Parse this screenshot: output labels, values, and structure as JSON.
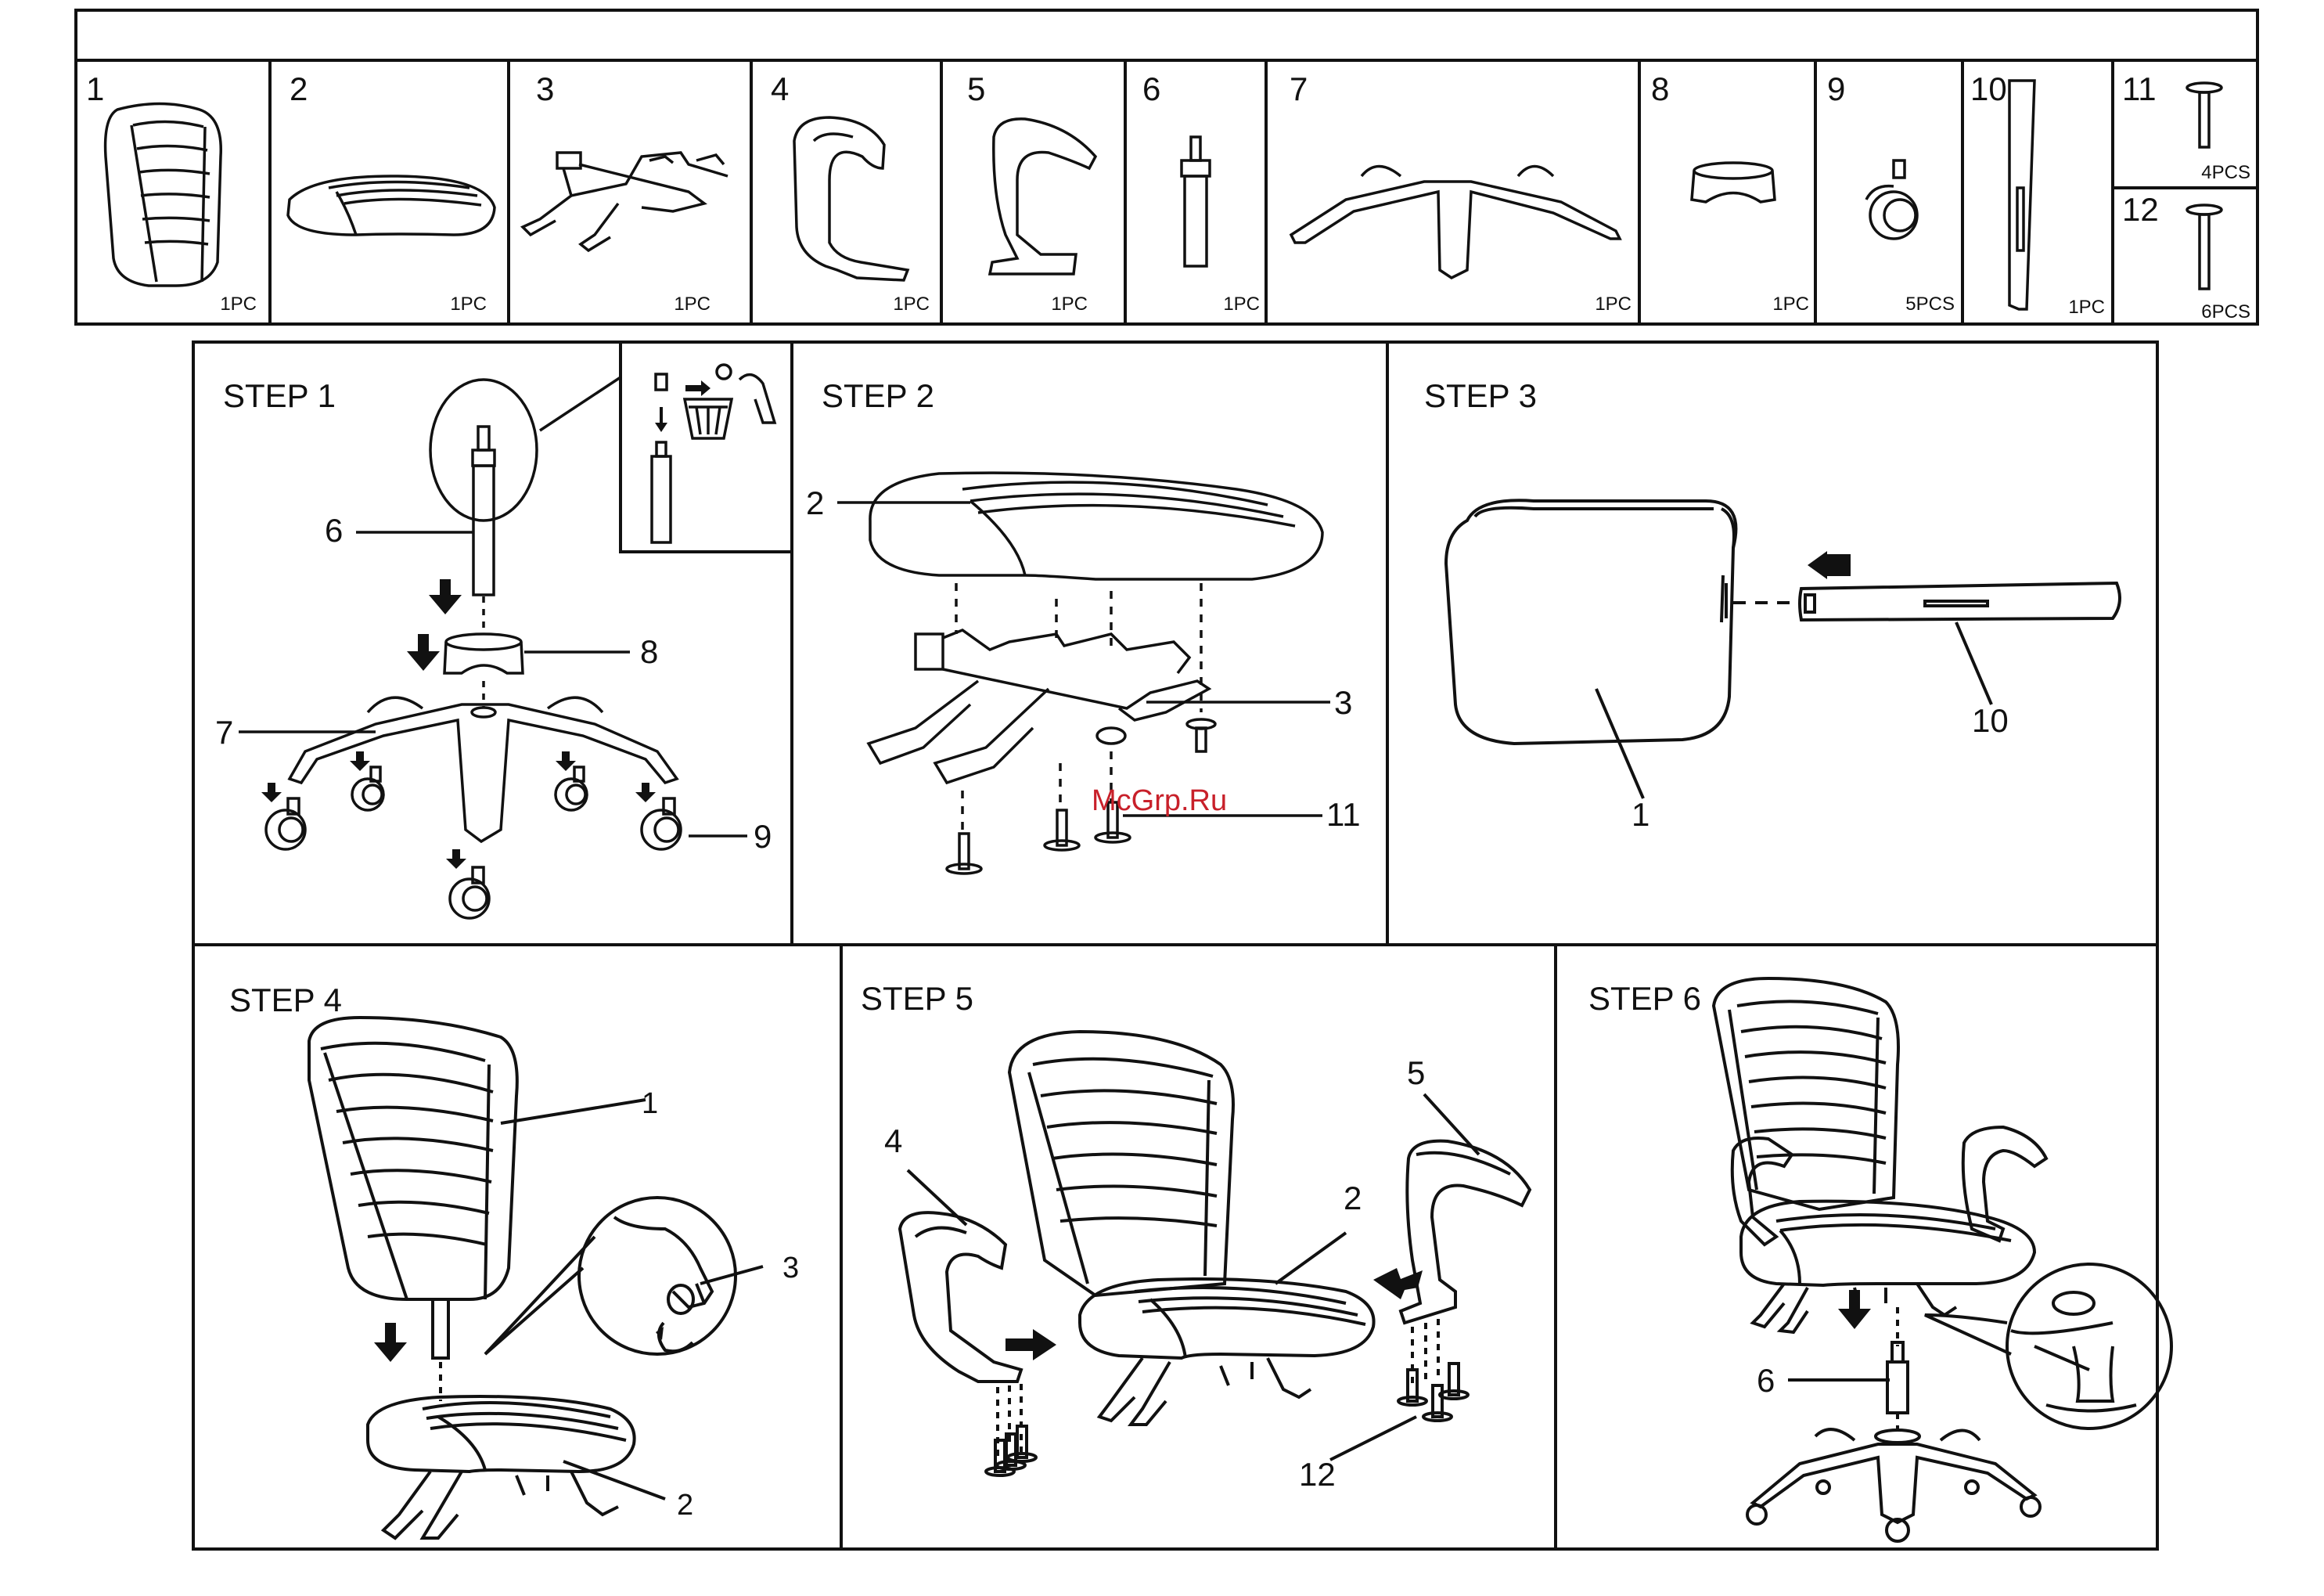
{
  "parts": [
    {
      "num": "1",
      "qty": "1PC",
      "icon": "backrest-icon"
    },
    {
      "num": "2",
      "qty": "1PC",
      "icon": "seat-cushion-icon"
    },
    {
      "num": "3",
      "qty": "1PC",
      "icon": "seat-mechanism-icon"
    },
    {
      "num": "4",
      "qty": "1PC",
      "icon": "left-armrest-icon"
    },
    {
      "num": "5",
      "qty": "1PC",
      "icon": "right-armrest-icon"
    },
    {
      "num": "6",
      "qty": "1PC",
      "icon": "gas-cylinder-icon"
    },
    {
      "num": "7",
      "qty": "1PC",
      "icon": "five-star-base-icon"
    },
    {
      "num": "8",
      "qty": "1PC",
      "icon": "cylinder-cover-icon"
    },
    {
      "num": "9",
      "qty": "5PCS",
      "icon": "caster-wheel-icon"
    },
    {
      "num": "10",
      "qty": "1PC",
      "icon": "back-connector-bar-icon"
    },
    {
      "num": "11",
      "qty": "4PCS",
      "icon": "short-bolt-icon"
    },
    {
      "num": "12",
      "qty": "6PCS",
      "icon": "long-bolt-icon"
    }
  ],
  "steps": {
    "step1": {
      "title": "STEP 1",
      "callouts": [
        "6",
        "8",
        "7",
        "9"
      ]
    },
    "step2": {
      "title": "STEP 2",
      "callouts": [
        "2",
        "3",
        "11"
      ]
    },
    "step3": {
      "title": "STEP 3",
      "callouts": [
        "10",
        "1"
      ]
    },
    "step4": {
      "title": "STEP 4",
      "callouts": [
        "1",
        "3",
        "2"
      ]
    },
    "step5": {
      "title": "STEP 5",
      "callouts": [
        "4",
        "5",
        "2",
        "12"
      ]
    },
    "step6": {
      "title": "STEP 6",
      "callouts": [
        "6"
      ]
    }
  },
  "watermark": "McGrp.Ru",
  "colors": {
    "line": "#111111",
    "watermark": "#c8202a"
  }
}
